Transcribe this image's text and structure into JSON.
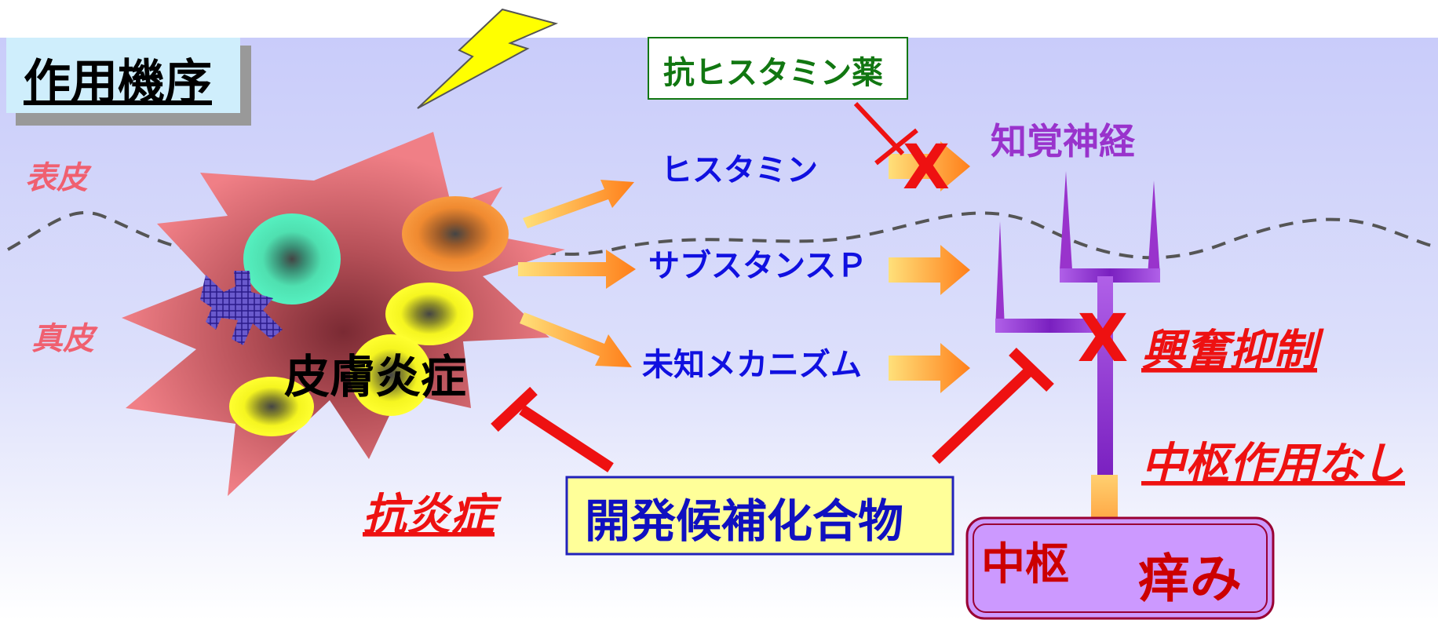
{
  "title": "作用機序",
  "layers": {
    "epidermis": "表皮",
    "dermis": "真皮"
  },
  "inflammation_label": "皮膚炎症",
  "mediators": [
    "ヒスタミン",
    "サブスタンスＰ",
    "未知メカニズム"
  ],
  "antihistamine_label": "抗ヒスタミン薬",
  "sensory_nerve_label": "知覚神経",
  "excitation_inhibition": "興奮抑制",
  "no_central_action": "中枢作用なし",
  "anti_inflammatory": "抗炎症",
  "candidate_compound": "開発候補化合物",
  "central_box": {
    "left": "中枢",
    "right": "痒み"
  },
  "block_mark": "X",
  "colors": {
    "background_top": "#c9ccfa",
    "background_bottom": "#ffffff",
    "title_box": "#cfeefc",
    "mediator_text": "#1010e0",
    "layer_text": "#f06070",
    "nerve": "#9933cc",
    "block_red": "#ee1111",
    "antihistamine_green": "#117711",
    "candidate_box_fill": "#ffff99",
    "candidate_box_border": "#2222bb",
    "central_box_fill": "#cc99ff",
    "central_box_border": "#990033",
    "burst": "#f07f86"
  },
  "icons": [
    "lightning-icon",
    "inflammation-burst",
    "cell-icon",
    "nerve-fiber-icon",
    "arrow-icon",
    "inhibition-bar-icon",
    "block-x-icon"
  ]
}
